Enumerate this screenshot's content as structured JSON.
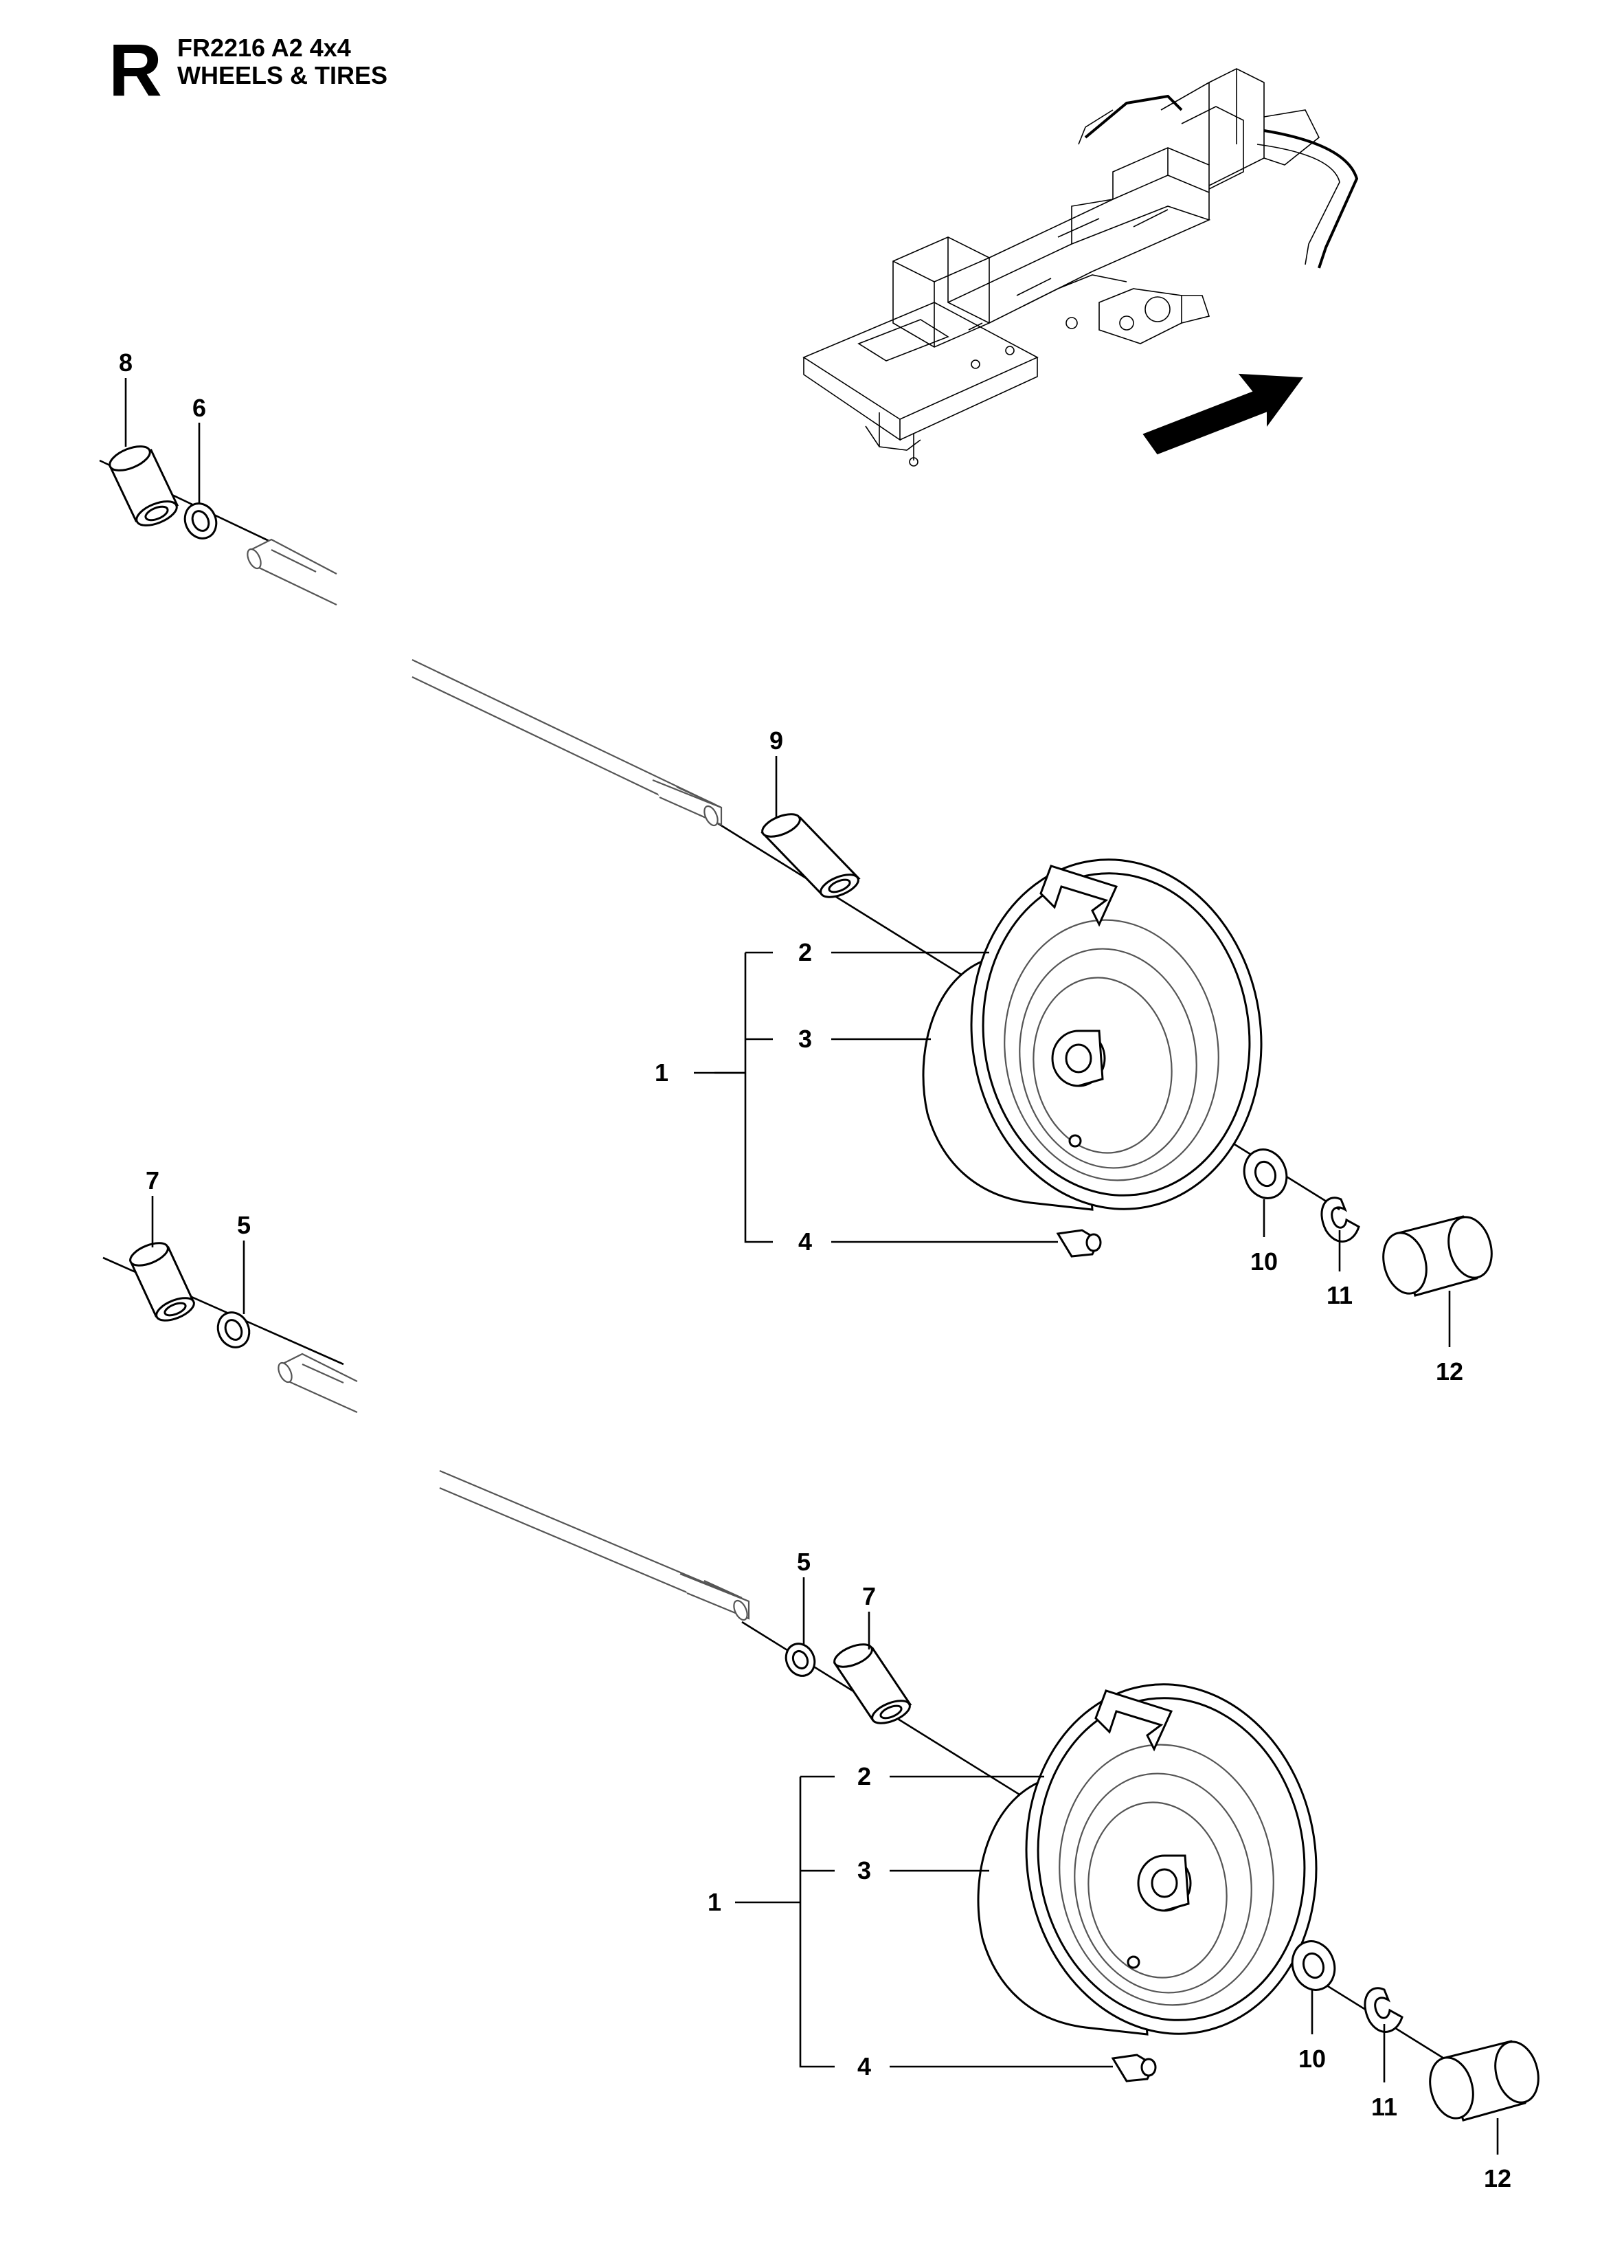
{
  "header": {
    "section_letter": "R",
    "model": "FR2216 A2 4x4",
    "title": "WHEELS & TIRES"
  },
  "upper_assembly": {
    "callouts": [
      "8",
      "6",
      "9",
      "2",
      "3",
      "1",
      "4",
      "10",
      "11",
      "12"
    ]
  },
  "lower_assembly": {
    "callouts": [
      "7",
      "5",
      "5",
      "7",
      "2",
      "3",
      "1",
      "4",
      "10",
      "11",
      "12"
    ]
  },
  "icons": {
    "locator_arrow": "direction-arrow-icon",
    "frame_overview": "chassis-frame-icon"
  }
}
